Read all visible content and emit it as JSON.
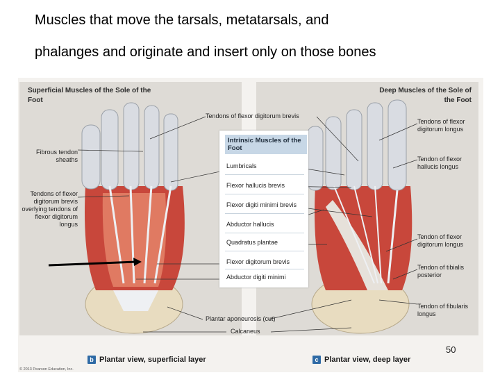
{
  "title": {
    "line1": "Muscles that move the tarsals, metatarsals, and",
    "line2": "phalanges and originate and insert only on those bones"
  },
  "panels": {
    "left_heading": "Superficial Muscles of the Sole of the Foot",
    "right_heading": "Deep Muscles of the Sole of the Foot"
  },
  "labels": {
    "tendons_fdb_top": "Tendons of flexor digitorum brevis",
    "fibrous_tendon_sheaths": "Fibrous tendon sheaths",
    "tendons_fdb_overlying": "Tendons of flexor digitorum brevis overlying tendons of flexor digitorum longus",
    "tendons_fdl": "Tendons of flexor digitorum longus",
    "tendon_fhl": "Tendon of flexor hallucis longus",
    "tendon_fdl": "Tendon of flexor digitorum longus",
    "tendon_tibialis": "Tendon of tibialis posterior",
    "tendon_fibularis": "Tendon of fibularis longus",
    "plantar_aponeurosis": "Plantar aponeurosis (cut)",
    "calcaneus": "Calcaneus"
  },
  "intrinsic_box": {
    "heading": "Intrinsic Muscles of the Foot",
    "items": [
      "Lumbricals",
      "Flexor hallucis brevis",
      "Flexor digiti minimi brevis",
      "Abductor hallucis",
      "Quadratus plantae",
      "Flexor digitorum brevis",
      "Abductor digiti minimi"
    ]
  },
  "captions": {
    "left_letter": "b",
    "left_text": "Plantar view, superficial layer",
    "right_letter": "c",
    "right_text": "Plantar view, deep layer"
  },
  "copyright": "© 2013 Pearson Education, Inc.",
  "page_number": "50",
  "colors": {
    "muscle": "#c8473b",
    "muscle_light": "#e07a62",
    "tendon": "#d9dce2",
    "bone": "#e8dcc0",
    "box_header": "#c7d7e6",
    "badge": "#2e6aa5"
  }
}
